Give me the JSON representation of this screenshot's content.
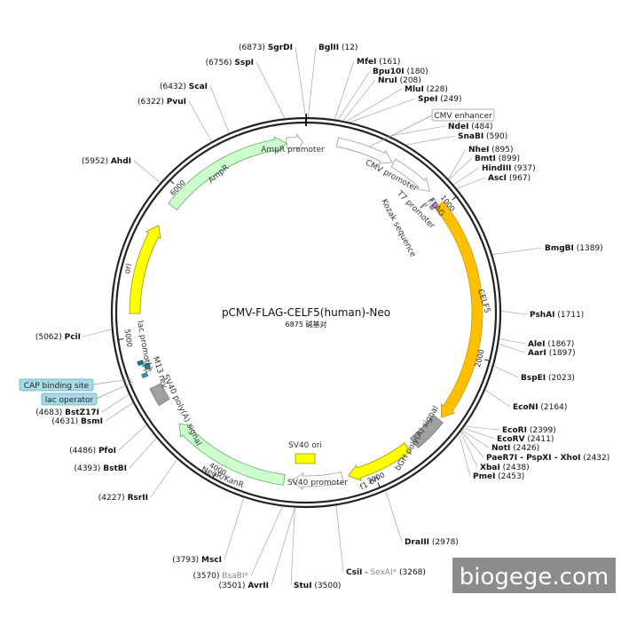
{
  "plasmid": {
    "name": "pCMV-FLAG-CELF5(human)-Neo",
    "size_text": "6875 碱基对",
    "length": 6875
  },
  "watermark": "biogege.com",
  "ticks": [
    {
      "pos": 1000,
      "label": "1000"
    },
    {
      "pos": 2000,
      "label": "2000"
    },
    {
      "pos": 3000,
      "label": "3000"
    },
    {
      "pos": 4000,
      "label": "4000"
    },
    {
      "pos": 5000,
      "label": "5000"
    },
    {
      "pos": 6000,
      "label": "6000"
    }
  ],
  "features": [
    {
      "id": "cmv-enhancer",
      "name": "CMV enhancer",
      "start": 200,
      "end": 570,
      "color": "#ffffff",
      "stroke": "#999999",
      "arrow": true,
      "label_style": "callout"
    },
    {
      "id": "cmv-promoter",
      "name": "CMV promoter",
      "start": 580,
      "end": 870,
      "color": "#ffffff",
      "stroke": "#999999",
      "arrow": true,
      "label_style": "inner"
    },
    {
      "id": "t7-promoter",
      "name": "T7 promoter",
      "start": 910,
      "end": 930,
      "color": "#ffffff",
      "stroke": "#999999",
      "arrow": true,
      "label_style": "inner"
    },
    {
      "id": "flag",
      "name": "FLAG",
      "start": 945,
      "end": 970,
      "color": "#c880c8",
      "stroke": "#777777",
      "arrow": false,
      "label_style": "inner"
    },
    {
      "id": "kozak",
      "name": "Kozak sequence",
      "start": 905,
      "end": 912,
      "color": "#999999",
      "stroke": "#777777",
      "arrow": false,
      "label_style": "inner"
    },
    {
      "id": "celf5",
      "name": "CELF5",
      "start": 975,
      "end": 2440,
      "color": "#ffc000",
      "stroke": "#cc9900",
      "arrow": true,
      "label_style": "on"
    },
    {
      "id": "bgh-polya",
      "name": "bGH poly(A) signal",
      "start": 2460,
      "end": 2680,
      "color": "#a0a0a0",
      "stroke": "#777777",
      "arrow": false,
      "label_style": "inner"
    },
    {
      "id": "f1-ori",
      "name": "f1 ori",
      "start": 2730,
      "end": 3160,
      "color": "#ffff00",
      "stroke": "#999900",
      "arrow": true,
      "label_style": "on"
    },
    {
      "id": "sv40-promoter",
      "name": "SV40 promoter",
      "start": 3200,
      "end": 3530,
      "color": "#ffffff",
      "stroke": "#999999",
      "arrow": true,
      "label_style": "inner"
    },
    {
      "id": "neor-kanr",
      "name": "NeoR/KanR",
      "start": 3580,
      "end": 4370,
      "color": "#ccffcc",
      "stroke": "#66aa66",
      "arrow": true,
      "label_style": "on"
    },
    {
      "id": "sv40-polya",
      "name": "SV40 poly(A) signal",
      "start": 4540,
      "end": 4660,
      "color": "#a0a0a0",
      "stroke": "#777777",
      "arrow": false,
      "label_style": "inner"
    },
    {
      "id": "lac-operator",
      "name": "lac operator",
      "start": 4740,
      "end": 4762,
      "color": "#3399cc",
      "stroke": "#226688",
      "arrow": false,
      "label_style": "none"
    },
    {
      "id": "m13-rev",
      "name": "M13 rev",
      "start": 4768,
      "end": 4786,
      "color": "#ffffff",
      "stroke": "#777777",
      "arrow": true,
      "label_style": "inner"
    },
    {
      "id": "lac-promoter",
      "name": "lac promoter",
      "start": 4790,
      "end": 4820,
      "color": "#3399cc",
      "stroke": "#226688",
      "arrow": true,
      "label_style": "inner"
    },
    {
      "id": "cap-site",
      "name": "CAP binding site",
      "start": 4822,
      "end": 4846,
      "color": "#227799",
      "stroke": "#115566",
      "arrow": false,
      "label_style": "none"
    },
    {
      "id": "ori",
      "name": "ori",
      "start": 5150,
      "end": 5740,
      "color": "#ffff00",
      "stroke": "#999900",
      "arrow": true,
      "label_style": "on"
    },
    {
      "id": "ampr",
      "name": "AmpR",
      "start": 5890,
      "end": 6750,
      "color": "#ccffcc",
      "stroke": "#66aa66",
      "arrow": true,
      "label_style": "on"
    },
    {
      "id": "ampr-promoter",
      "name": "AmpR promoter",
      "start": 6750,
      "end": 6855,
      "color": "#ffffff",
      "stroke": "#999999",
      "arrow": true,
      "label_style": "inner"
    }
  ],
  "inner_features": [
    {
      "id": "sv40-ori",
      "name": "SV40 ori",
      "color": "#ffff00"
    }
  ],
  "callout_boxes": [
    {
      "id": "cap-binding-site",
      "text": "CAP binding site",
      "color": "#a8dbe8"
    },
    {
      "id": "lac-operator",
      "text": "lac operator",
      "color": "#a8dbe8"
    }
  ],
  "sites": [
    {
      "name": "SgrDI",
      "pos": "6873",
      "side": "left",
      "dim": false
    },
    {
      "name": "BglII",
      "pos": "12",
      "side": "right",
      "dim": false
    },
    {
      "name": "MfeI",
      "pos": "161",
      "side": "right",
      "dim": false
    },
    {
      "name": "Bpu10I",
      "pos": "180",
      "side": "right",
      "dim": false
    },
    {
      "name": "NruI",
      "pos": "208",
      "side": "right",
      "dim": false
    },
    {
      "name": "MluI",
      "pos": "228",
      "side": "right",
      "dim": false
    },
    {
      "name": "SpeI",
      "pos": "249",
      "side": "right",
      "dim": false
    },
    {
      "name": "NdeI",
      "pos": "484",
      "side": "right",
      "dim": false
    },
    {
      "name": "SnaBI",
      "pos": "590",
      "side": "right",
      "dim": false
    },
    {
      "name": "NheI",
      "pos": "895",
      "side": "right",
      "dim": false
    },
    {
      "name": "BmtI",
      "pos": "899",
      "side": "right",
      "dim": false
    },
    {
      "name": "HindIII",
      "pos": "937",
      "side": "right",
      "dim": false
    },
    {
      "name": "AscI",
      "pos": "967",
      "side": "right",
      "dim": false
    },
    {
      "name": "BmgBI",
      "pos": "1389",
      "side": "right",
      "dim": false
    },
    {
      "name": "PshAI",
      "pos": "1711",
      "side": "right",
      "dim": false
    },
    {
      "name": "AleI",
      "pos": "1867",
      "side": "right",
      "dim": false
    },
    {
      "name": "AarI",
      "pos": "1897",
      "side": "right",
      "dim": false
    },
    {
      "name": "BspEI",
      "pos": "2023",
      "side": "right",
      "dim": false
    },
    {
      "name": "EcoNI",
      "pos": "2164",
      "side": "right",
      "dim": false
    },
    {
      "name": "EcoRI",
      "pos": "2399",
      "side": "right",
      "dim": false
    },
    {
      "name": "EcoRV",
      "pos": "2411",
      "side": "right",
      "dim": false
    },
    {
      "name": "NotI",
      "pos": "2426",
      "side": "right",
      "dim": false
    },
    {
      "name": "PaeR7I - PspXI - XhoI",
      "pos": "2432",
      "side": "right",
      "dim": false
    },
    {
      "name": "XbaI",
      "pos": "2438",
      "side": "right",
      "dim": false
    },
    {
      "name": "PmeI",
      "pos": "2453",
      "side": "right",
      "dim": false
    },
    {
      "name": "DraIII",
      "pos": "2978",
      "side": "right",
      "dim": false
    },
    {
      "name": "CsiI",
      "pos": "",
      "side": "right",
      "dim": false
    },
    {
      "name": "SexAI*",
      "pos": "3268",
      "side": "right",
      "dim": true
    },
    {
      "name": "StuI",
      "pos": "3500",
      "side": "right",
      "dim": false
    },
    {
      "name": "AvrII",
      "pos": "3501",
      "side": "left",
      "dim": false
    },
    {
      "name": "BsaBI*",
      "pos": "3570",
      "side": "left",
      "dim": true
    },
    {
      "name": "MscI",
      "pos": "3793",
      "side": "left",
      "dim": false
    },
    {
      "name": "RsrII",
      "pos": "4227",
      "side": "left",
      "dim": false
    },
    {
      "name": "BstBI",
      "pos": "4393",
      "side": "left",
      "dim": false
    },
    {
      "name": "PfoI",
      "pos": "4486",
      "side": "left",
      "dim": false
    },
    {
      "name": "BsmI",
      "pos": "4631",
      "side": "left",
      "dim": false
    },
    {
      "name": "BstZ17I",
      "pos": "4683",
      "side": "left",
      "dim": false
    },
    {
      "name": "PciI",
      "pos": "5062",
      "side": "left",
      "dim": false
    },
    {
      "name": "AhdI",
      "pos": "5952",
      "side": "left",
      "dim": false
    },
    {
      "name": "PvuI",
      "pos": "6322",
      "side": "left",
      "dim": false
    },
    {
      "name": "ScaI",
      "pos": "6432",
      "side": "left",
      "dim": false
    },
    {
      "name": "SspI",
      "pos": "6756",
      "side": "left",
      "dim": false
    }
  ]
}
